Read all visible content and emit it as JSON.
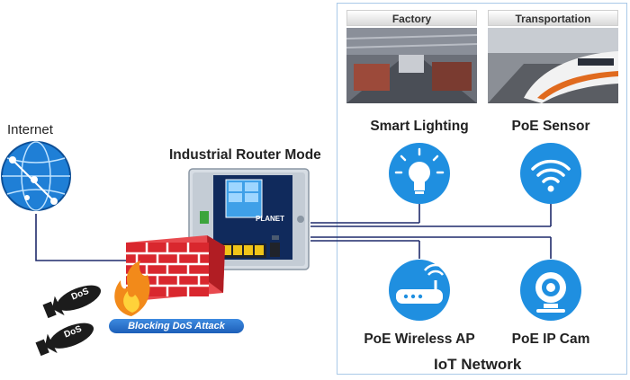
{
  "internet": {
    "label": "Internet"
  },
  "router": {
    "title": "Industrial Router Mode",
    "brand": "PLANET"
  },
  "attack": {
    "badge": "Blocking DoS Attack",
    "bomb_text_1": "DoS",
    "bomb_text_2": "DoS"
  },
  "iot": {
    "network_label": "IoT Network",
    "photos": [
      {
        "label": "Factory"
      },
      {
        "label": "Transportation"
      }
    ],
    "devices": [
      {
        "label": "Smart Lighting",
        "icon": "lightbulb-icon"
      },
      {
        "label": "PoE Sensor",
        "icon": "wifi-icon"
      },
      {
        "label": "PoE Wireless AP",
        "icon": "router-icon"
      },
      {
        "label": "PoE IP Cam",
        "icon": "webcam-icon"
      }
    ]
  },
  "colors": {
    "icon_blue": "#1f8fe0",
    "border": "#a9c9e8",
    "wire": "#1f2a6b",
    "brick": "#d9272e"
  }
}
